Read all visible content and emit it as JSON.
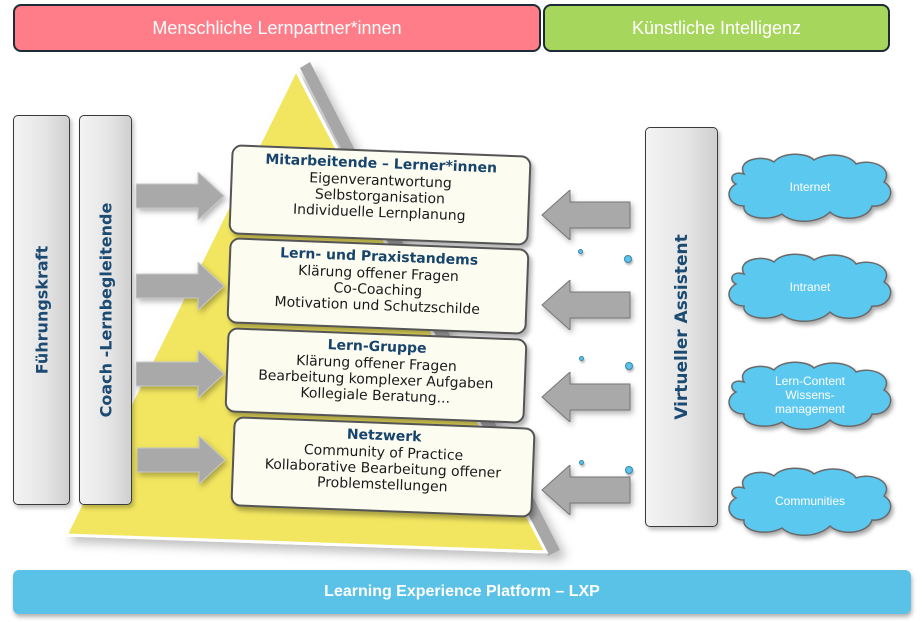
{
  "header": {
    "human_partners": "Menschliche Lernpartner*innen",
    "artificial_intelligence": "Künstliche Intelligenz"
  },
  "pillars": {
    "leadership": "Führungskraft",
    "coach": "Coach -Lernbegleitende",
    "virtual_assistant": "Virtueller Assistent"
  },
  "levels": [
    {
      "title": "Mitarbeitende – Lerner*innen",
      "lines": [
        "Eigenverantwortung",
        "Selbstorganisation",
        "Individuelle Lernplanung"
      ]
    },
    {
      "title": "Lern- und Praxistandems",
      "lines": [
        "Klärung offener Fragen",
        "Co-Coaching",
        "Motivation und Schutzschilde"
      ]
    },
    {
      "title": "Lern-Gruppe",
      "lines": [
        "Klärung offener Fragen",
        "Bearbeitung komplexer Aufgaben",
        "Kollegiale Beratung..."
      ]
    },
    {
      "title": "Netzwerk",
      "lines": [
        "Community of Practice",
        "Kollaborative Bearbeitung offener",
        "Problemstellungen"
      ]
    }
  ],
  "clouds": [
    {
      "label_lines": [
        "Internet"
      ]
    },
    {
      "label_lines": [
        "Intranet"
      ]
    },
    {
      "label_lines": [
        "Lern-Content",
        "Wissens-",
        "management"
      ]
    },
    {
      "label_lines": [
        "Communities"
      ]
    }
  ],
  "footer": {
    "platform": "Learning Experience Platform – LXP"
  },
  "colors": {
    "human_header": "#fe7d89",
    "ai_header": "#a6d65c",
    "pyramid": "#f2e661",
    "cloud": "#5bc3ec",
    "platform_bar": "#5bc2e7",
    "title_text": "#17446b",
    "arrow": "#a9a9a9"
  }
}
